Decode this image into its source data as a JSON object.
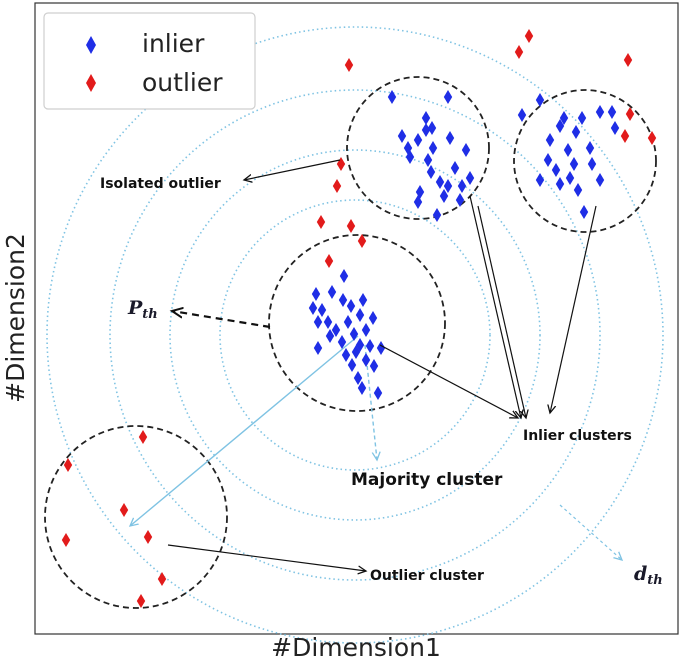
{
  "axes": {
    "xlabel": "#Dimension1",
    "ylabel": "#Dimension2"
  },
  "legend": {
    "items": [
      {
        "label": "inlier",
        "color": "#1f2ee6"
      },
      {
        "label": "outlier",
        "color": "#e21b1b"
      }
    ]
  },
  "annotations": {
    "isolated_outlier": "Isolated outlier",
    "p_th": "P",
    "p_th_sub": "th",
    "inlier_clusters": "Inlier clusters",
    "majority_cluster": "Majority cluster",
    "outlier_cluster": "Outlier cluster",
    "d_th": "d",
    "d_th_sub": "th"
  },
  "colors": {
    "inlier": "#1f2ee6",
    "outlier": "#e21b1b",
    "distance_ring": "#7fc3e3",
    "cluster_circle": "#222222",
    "arrow": "#111111"
  }
}
